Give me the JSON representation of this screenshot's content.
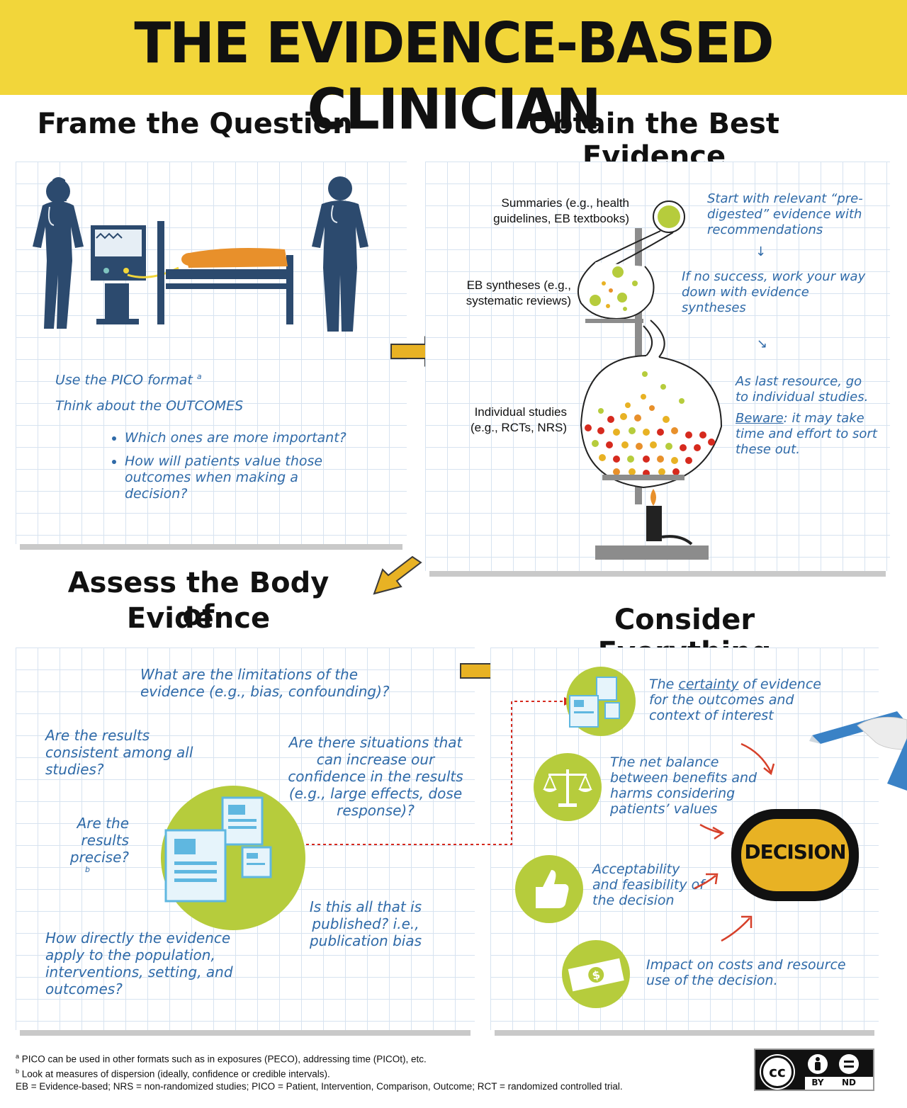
{
  "title": "THE EVIDENCE-BASED CLINICIAN",
  "sections": {
    "frame": {
      "title": "Frame the Question",
      "pico": "Use the PICO format",
      "pico_note": "a",
      "outcomes": "Think about the OUTCOMES",
      "bullet1": "Which ones are more important?",
      "bullet2": "How will patients value those outcomes when making a decision?"
    },
    "obtain": {
      "title": "Obtain the Best Evidence",
      "summaries": "Summaries (e.g., health guidelines, EB textbooks)",
      "syntheses": "EB syntheses (e.g., systematic reviews)",
      "individual": "Individual studies (e.g., RCTs, NRS)",
      "note1": "Start with relevant “pre-digested” evidence with recommendations",
      "note2": "If no success, work your way down with evidence syntheses",
      "note3": "As last resource, go to individual studies.",
      "beware": "Beware",
      "note4": ": it may take time and effort to sort these out."
    },
    "assess": {
      "title_line1": "Assess the Body of",
      "title_line2": "Evidence",
      "q1": "What are the limitations of the evidence (e.g., bias, confounding)?",
      "q2": "Are the results consistent among all studies?",
      "q3": "Are there situations that can increase our confidence in the results (e.g., large effects, dose response)?",
      "q4": "Are the results precise?",
      "q4_note": "b",
      "q5": "Is this all that is published? i.e., publication bias",
      "q6": "How directly the evidence apply to the population, interventions, setting, and outcomes?"
    },
    "consider": {
      "title": "Consider Everything",
      "c1_pre": "The ",
      "c1_u": "certainty",
      "c1_post": " of evidence for the outcomes and context of interest",
      "c2": "The net balance between benefits and harms considering patients’ values",
      "c3": "Acceptability and feasibility of the decision",
      "c4": "Impact on costs and resource use of the decision.",
      "decision": "DECISION"
    }
  },
  "footnotes": {
    "a_mark": "a",
    "a": "PICO can be used in other formats such as in exposures (PECO), addressing time (PICOt), etc.",
    "b_mark": "b",
    "b": "Look at measures of dispersion (ideally, confidence or credible intervals).",
    "abbr": "EB = Evidence-based; NRS = non-randomized studies; PICO = Patient, Intervention, Comparison, Outcome; RCT = randomized controlled trial."
  },
  "license": {
    "cc": "cc",
    "by": "BY",
    "nd": "ND"
  },
  "colors": {
    "banner": "#f2d63a",
    "handwriting": "#2f6aa8",
    "green": "#b6cc3c",
    "arrow": "#e8b224",
    "silhouette": "#2c4a6e",
    "red_arrow": "#d6402a"
  }
}
